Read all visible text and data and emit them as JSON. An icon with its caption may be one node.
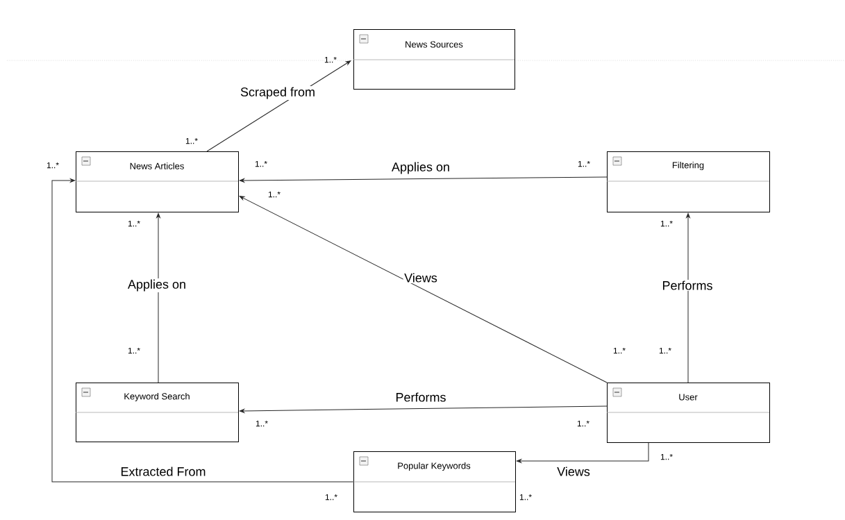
{
  "diagram": {
    "nodes": [
      {
        "text": [
          "News Sources"
        ]
      },
      {
        "text": [
          "News Articles"
        ]
      },
      {
        "text": [
          "Filtering"
        ]
      },
      {
        "text": [
          "Keyword Search"
        ]
      },
      {
        "text": [
          "User"
        ]
      },
      {
        "text": [
          "Popular Keywords"
        ]
      }
    ],
    "edges": [
      {
        "from": 1,
        "to": 0,
        "arrow": "to",
        "label": "Scraped from"
      },
      {
        "from": 2,
        "to": 1,
        "arrow": "to",
        "label": "Applies on"
      },
      {
        "from": 3,
        "to": 1,
        "arrow": "to",
        "label": "Applies on"
      },
      {
        "from": 4,
        "to": 1,
        "arrow": "to",
        "label": "Views"
      },
      {
        "from": 4,
        "to": 2,
        "arrow": "to",
        "label": "Performs"
      },
      {
        "from": 4,
        "to": 3,
        "arrow": "to",
        "label": "Performs"
      },
      {
        "from": 4,
        "to": 5,
        "arrow": "to",
        "label": "Views"
      },
      {
        "from": 5,
        "to": 1,
        "arrow": "to",
        "label": "Extracted From"
      }
    ],
    "labels": [
      "1..*",
      "1..*",
      "1..*",
      "1..*",
      "1..*",
      "1..*",
      "1..*",
      "1..*",
      "1..*",
      "1..*",
      "1..*",
      "1..*",
      "1..*",
      "1..*",
      "1..*",
      "1..*"
    ]
  }
}
